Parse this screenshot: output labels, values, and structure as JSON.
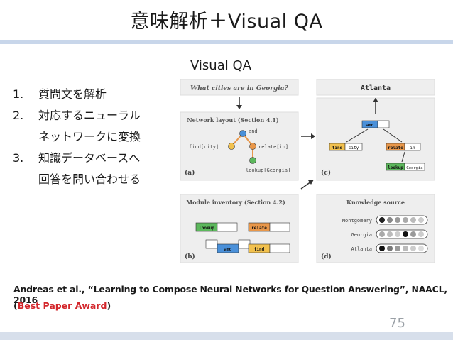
{
  "slide": {
    "title": "意味解析＋Visual QA",
    "subtitle": "Visual QA",
    "steps": [
      {
        "num": "1.",
        "lines": [
          "質問文を解析"
        ]
      },
      {
        "num": "2.",
        "lines": [
          "対応するニューラル",
          "ネットワークに変換"
        ]
      },
      {
        "num": "3.",
        "lines": [
          "知識データベースへ",
          "回答を問い合わせる"
        ]
      }
    ],
    "citation": "Andreas et al., “Learning to Compose Neural Networks for Question Answering”, NAACL, 2016",
    "citation_open": "(",
    "award": "Best Paper Award",
    "citation_close": ")",
    "page_number": "75",
    "accent_colors": {
      "title_rule": "#c8d6ea",
      "award": "#d3262b",
      "bottom_rule": "#d7dfeb"
    }
  },
  "figure": {
    "question": "What cities are in Georgia?",
    "answer": "Atlanta",
    "layout_title": "Network layout (Section 4.1)",
    "inventory_title": "Module inventory (Section 4.2)",
    "knowledge_title": "Knowledge source",
    "labels": {
      "a": "(a)",
      "b": "(b)",
      "c": "(c)",
      "d": "(d)"
    },
    "layout_nodes": {
      "and": "and",
      "find": "find[city]",
      "relate": "relate[in]",
      "lookup": "lookup[Georgia]"
    },
    "modules": {
      "lookup": "lookup",
      "relate": "relate",
      "and": "and",
      "find": "find"
    },
    "assembled": {
      "and": "and",
      "find": "find",
      "city": "city",
      "relate": "relate",
      "in": "in",
      "lookup": "lookup",
      "georgia": "Georgia"
    },
    "knowledge_rows": [
      "Montgomery",
      "Georgia",
      "Atlanta"
    ],
    "module_colors": {
      "find": "#f2c14e",
      "relate": "#e8974a",
      "lookup": "#5cb85c",
      "and": "#4a90d9"
    }
  }
}
